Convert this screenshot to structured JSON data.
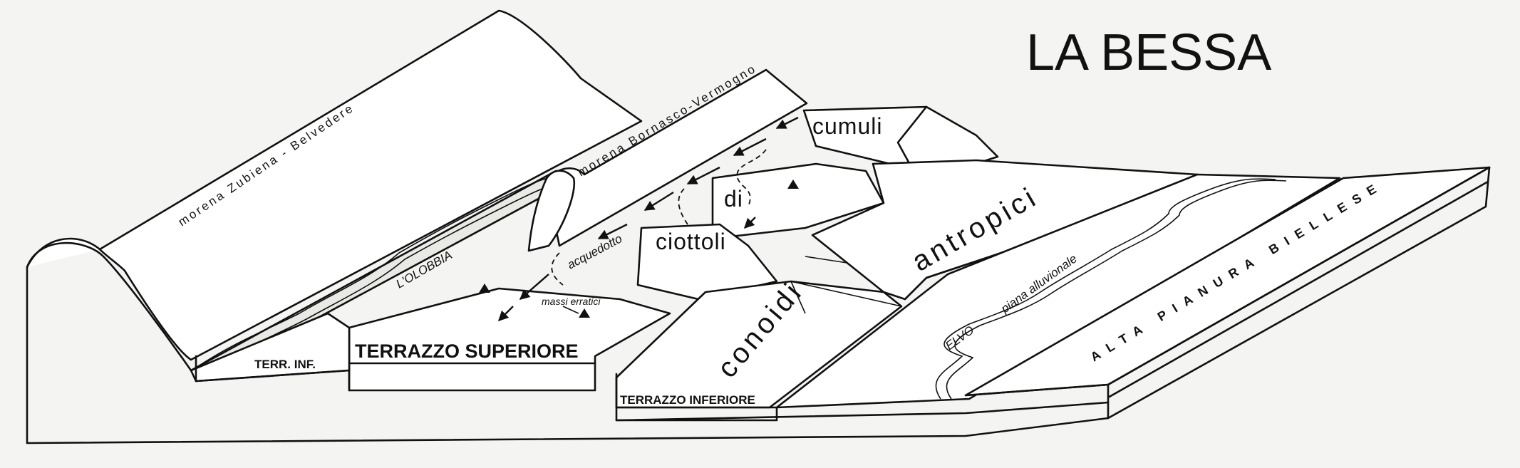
{
  "title": "LA BESSA",
  "labels": {
    "morena_zubiena": "morena   Zubiena  -  Belvedere",
    "morena_bornasco": "morena Bornasco-Vermogno",
    "olobbia": "L'OLOBBIA",
    "acquedotto": "acquedotto",
    "cumuli": "cumuli",
    "di": "di",
    "ciottoli": "ciottoli",
    "antropici": "antropici",
    "conoidi": "conoidi",
    "massi_erratici": "massi erratici",
    "terr_inf": "TERR. INF.",
    "terrazzo_superiore": "TERRAZZO SUPERIORE",
    "terrazzo_inferiore": "TERRAZZO INFERIORE",
    "elvo": "ELVO",
    "piana_alluvionale": "piana alluvionale",
    "alta_pianura_biellese": "ALTA PIANURA BIELLESE"
  }
}
